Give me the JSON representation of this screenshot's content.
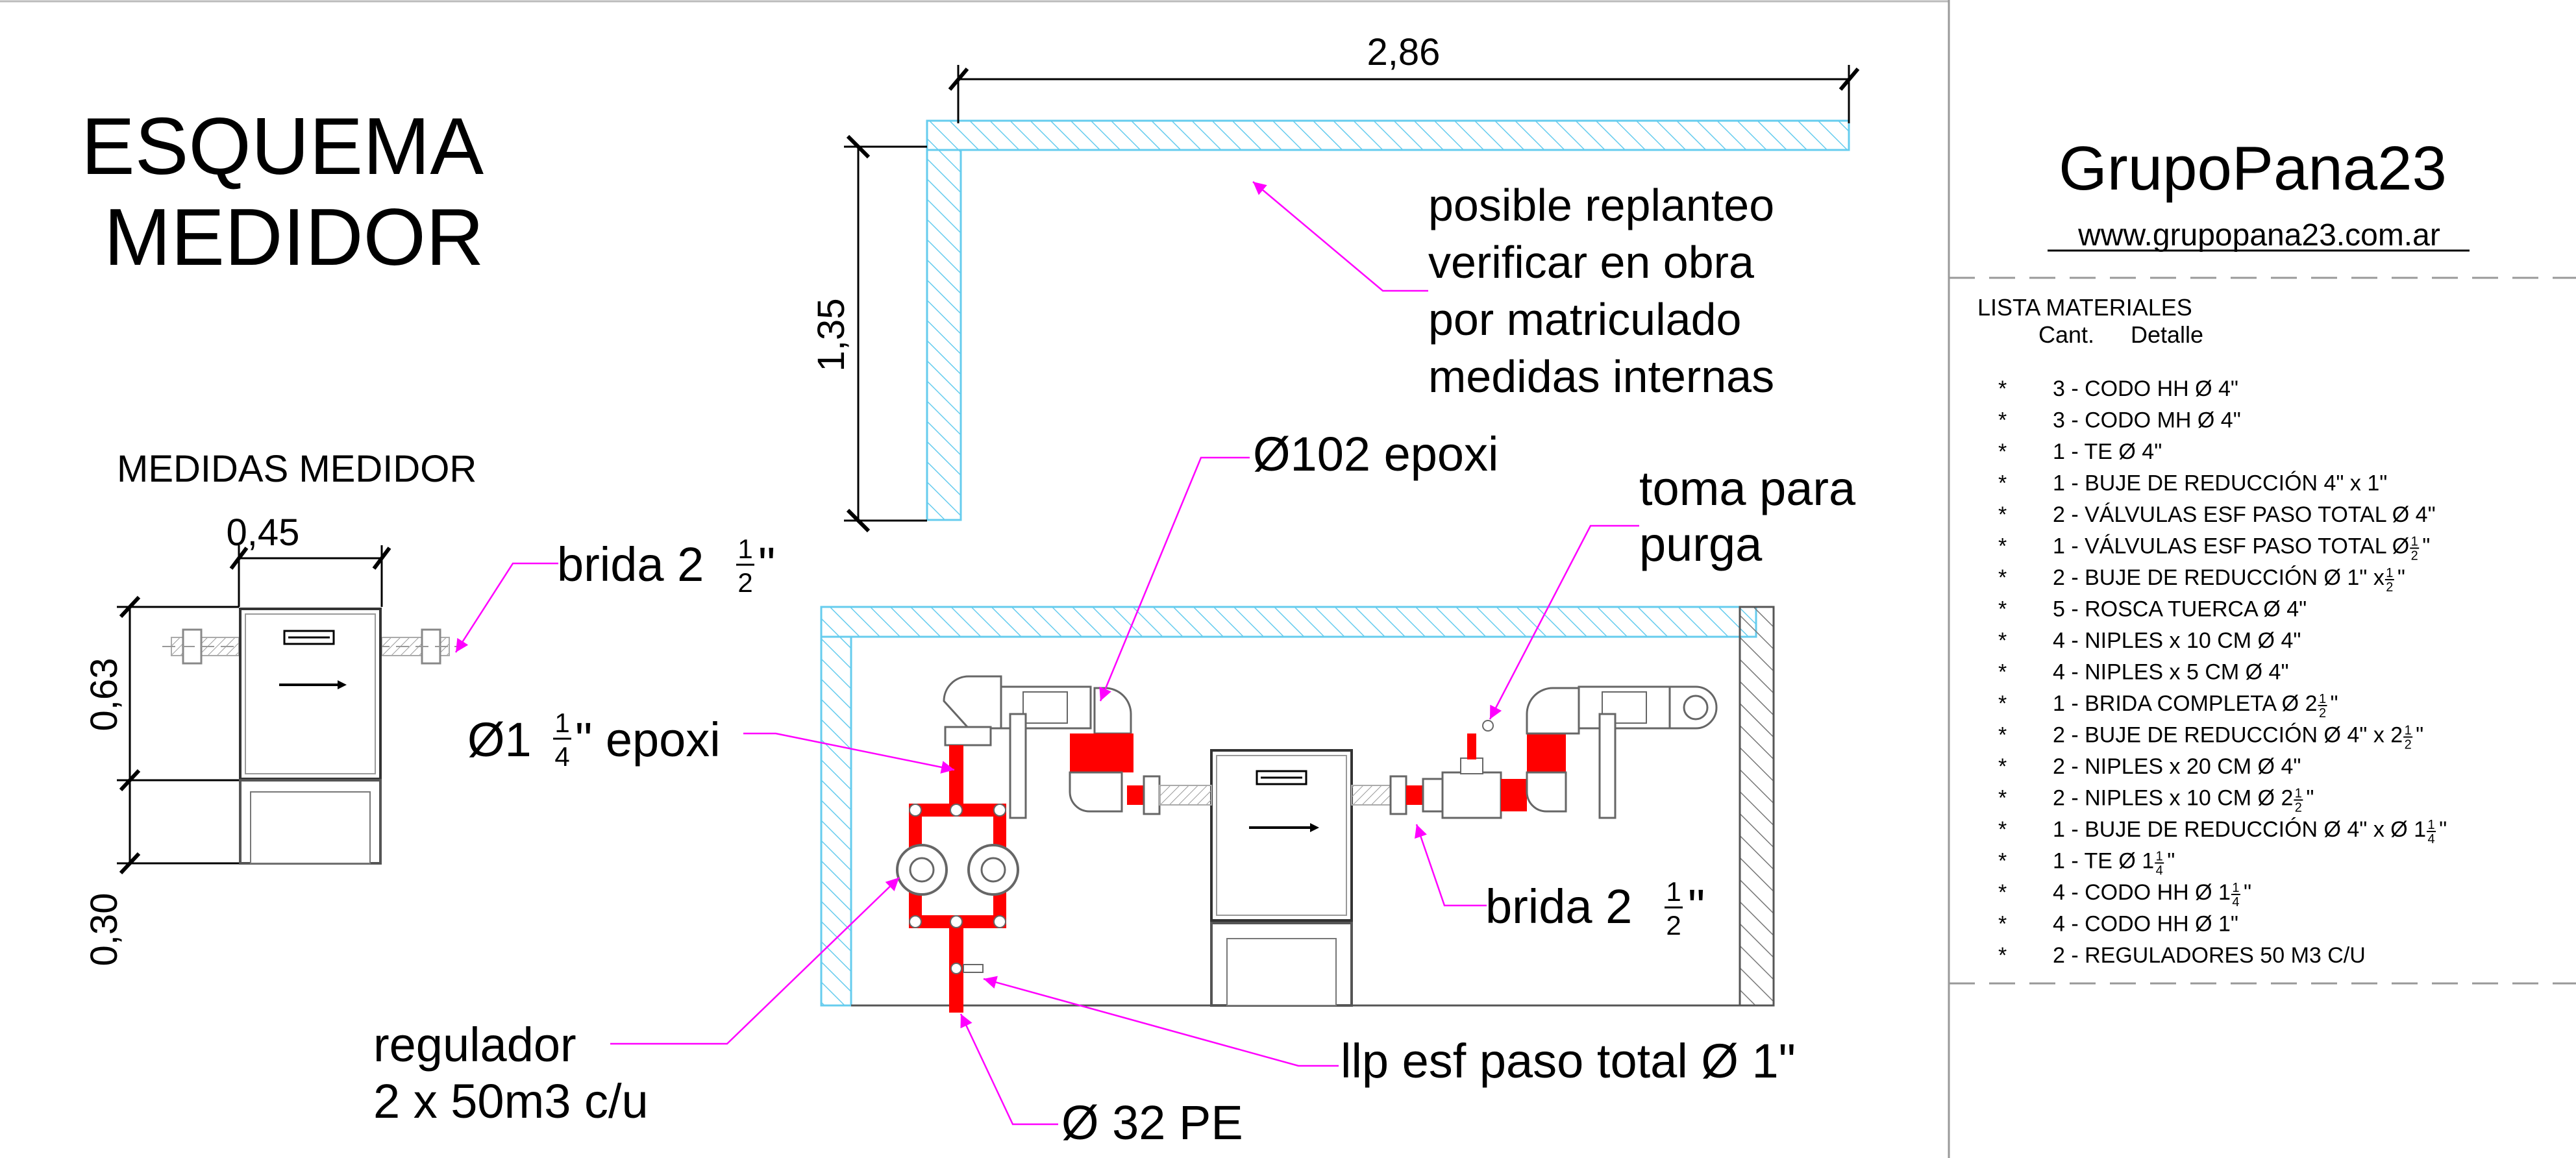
{
  "title": {
    "line1": "ESQUEMA",
    "line2": "MEDIDOR"
  },
  "room_dimensions": {
    "width": "2,86",
    "height": "1,35"
  },
  "replanteo_note": [
    "posible replanteo",
    "verificar en obra",
    "por matriculado",
    "medidas internas"
  ],
  "meter_dimensions": {
    "heading": "MEDIDAS  MEDIDOR",
    "width": "0,45",
    "height": "0,63",
    "base": "0,30"
  },
  "callouts": {
    "brida_left": {
      "text": "brida 2 ",
      "num": "1",
      "den": "2",
      "suffix": "\""
    },
    "brida_right": {
      "text": "brida 2 ",
      "num": "1",
      "den": "2",
      "suffix": "\""
    },
    "epoxi_small": {
      "prefix": "Ø1 ",
      "num": "1",
      "den": "4",
      "suffix": "\" epoxi"
    },
    "epoxi_large": "Ø102 epoxi",
    "toma_purga": [
      "toma para",
      "purga"
    ],
    "regulador": [
      "regulador",
      "2 x 50m3 c/u"
    ],
    "llp": "llp esf paso total Ø 1\"",
    "pe": "Ø 32 PE"
  },
  "brand": {
    "name": "GrupoPana23",
    "url": "www.grupopana23.com.ar"
  },
  "materials": {
    "heading": "LISTA MATERIALES",
    "col_qty": "Cant.",
    "col_detail": "Detalle",
    "bullet": "*",
    "items": [
      {
        "text": "3 - CODO HH Ø 4\""
      },
      {
        "text": "3 - CODO MH Ø 4\""
      },
      {
        "text": "1 - TE Ø 4\""
      },
      {
        "text": "1 - BUJE DE REDUCCIÓN 4\" x 1\""
      },
      {
        "text": "2 - VÁLVULAS ESF PASO TOTAL Ø 4\""
      },
      {
        "text": "1 - VÁLVULAS ESF PASO TOTAL Ø ",
        "num": "1",
        "den": "2",
        "suffix": "\""
      },
      {
        "text": "2 - BUJE DE REDUCCIÓN Ø 1\" x ",
        "num": "1",
        "den": "2",
        "suffix": "\""
      },
      {
        "text": "5 - ROSCA TUERCA Ø 4\""
      },
      {
        "text": "4 - NIPLES x 10 CM Ø 4\""
      },
      {
        "text": "4 - NIPLES x 5 CM Ø 4\""
      },
      {
        "text": "1 - BRIDA COMPLETA Ø 2 ",
        "num": "1",
        "den": "2",
        "suffix": "\""
      },
      {
        "text": "2 - BUJE DE REDUCCIÓN Ø 4\" x 2 ",
        "num": "1",
        "den": "2",
        "suffix": "\""
      },
      {
        "text": "2 - NIPLES x 20 CM Ø 4\""
      },
      {
        "text": "2 - NIPLES x 10 CM Ø 2 ",
        "num": "1",
        "den": "2",
        "suffix": "\""
      },
      {
        "text": "1 - BUJE DE REDUCCIÓN Ø 4\" x Ø 1 ",
        "num": "1",
        "den": "4",
        "suffix": "\""
      },
      {
        "text": "1 - TE Ø 1 ",
        "num": "1",
        "den": "4",
        "suffix": "\""
      },
      {
        "text": "4 - CODO HH Ø 1 ",
        "num": "1",
        "den": "4",
        "suffix": "\""
      },
      {
        "text": "4 - CODO HH Ø 1\""
      },
      {
        "text": "2 - REGULADORES 50 M3 C/U"
      }
    ]
  },
  "colors": {
    "pipe": "#ff0000",
    "hatch": "#66ccee",
    "leader": "#ff00ff",
    "line": "#000000",
    "gray": "#777777"
  }
}
